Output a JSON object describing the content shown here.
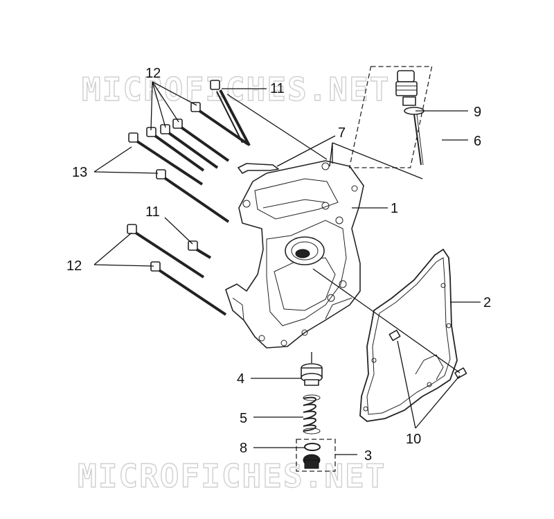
{
  "watermark": {
    "top": "MICROFICHES.NET",
    "bottom": "MICROFICHES.NET"
  },
  "callouts": {
    "c1": "1",
    "c2": "2",
    "c3": "3",
    "c4": "4",
    "c5": "5",
    "c6": "6",
    "c7": "7",
    "c8": "8",
    "c9": "9",
    "c10": "10",
    "c11a": "11",
    "c11b": "11",
    "c12a": "12",
    "c12b": "12",
    "c13": "13"
  }
}
